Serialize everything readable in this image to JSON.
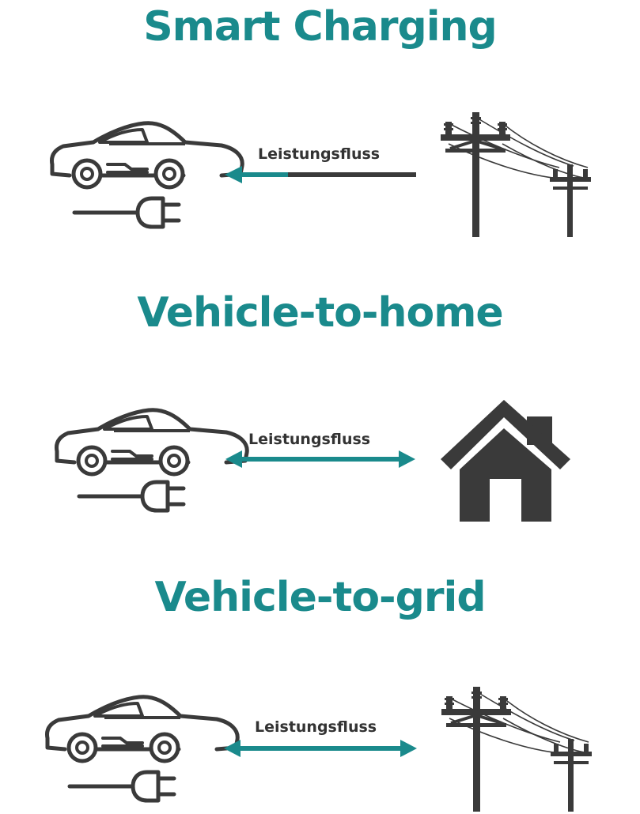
{
  "colors": {
    "accent": "#1a8a8c",
    "dark": "#3a3a3a"
  },
  "sections": [
    {
      "title": "Smart Charging",
      "flow_label": "Leistungsfluss",
      "direction": "grid-to-vehicle",
      "target": "power-pole"
    },
    {
      "title": "Vehicle-to-home",
      "flow_label": "Leistungsfluss",
      "direction": "bidirectional",
      "target": "house"
    },
    {
      "title": "Vehicle-to-grid",
      "flow_label": "Leistungsfluss",
      "direction": "bidirectional",
      "target": "power-pole"
    }
  ]
}
